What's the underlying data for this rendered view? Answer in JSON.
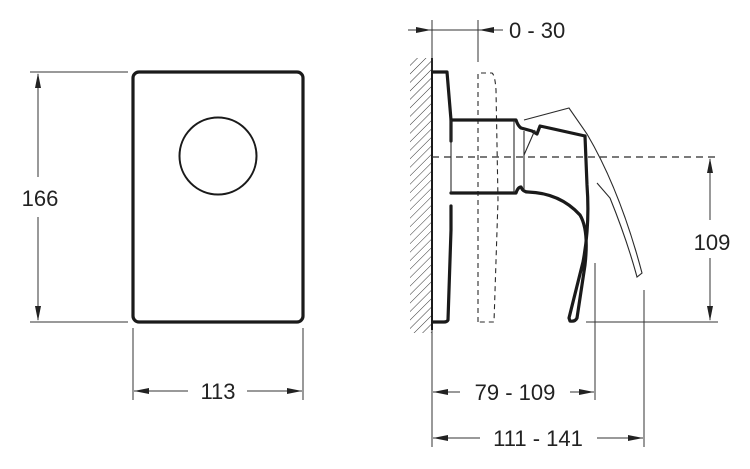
{
  "drawing": {
    "front_view": {
      "height_label": "166",
      "width_label": "113"
    },
    "side_view": {
      "adjustment_label": "0 - 30",
      "centerline_height_label": "109",
      "projection_short_label": "79 - 109",
      "projection_long_label": "111 - 141"
    },
    "colors": {
      "line": "#1a1a1a",
      "background": "#ffffff"
    }
  }
}
